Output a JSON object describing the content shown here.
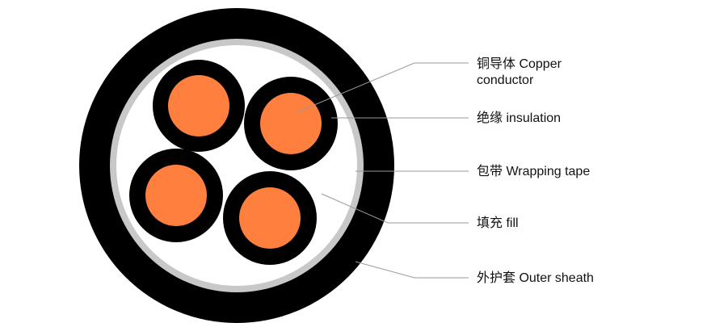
{
  "labels": {
    "copper_conductor": {
      "line1": "铜导体 Copper",
      "line2": "conductor"
    },
    "insulation": "绝缘 insulation",
    "wrapping_tape": "包带 Wrapping tape",
    "fill": "填充 fill",
    "outer_sheath": "外护套 Outer sheath"
  },
  "colors": {
    "outer_sheath": "#000000",
    "wrapping_tape": "#c8c8c8",
    "fill": "#ffffff",
    "insulation": "#000000",
    "conductor": "#ff7f3f",
    "leader_line": "#9a9a9a"
  }
}
